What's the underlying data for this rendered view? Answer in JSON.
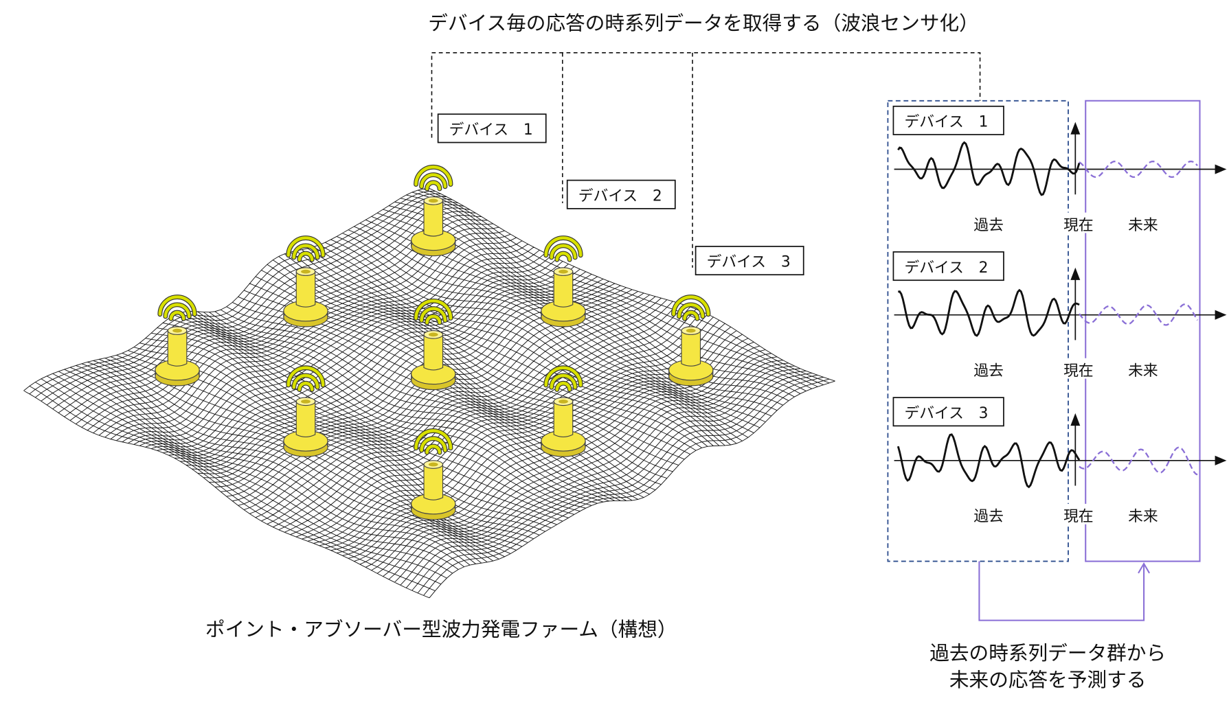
{
  "title": "デバイス毎の応答の時系列データを取得する（波浪センサ化）",
  "farm_caption": "ポイント・アブソーバー型波力発電ファーム（構想）",
  "device_labels": [
    "デバイス　1",
    "デバイス　2",
    "デバイス　3"
  ],
  "panels": [
    {
      "label": "デバイス　1",
      "past": "過去",
      "now": "現在",
      "future": "未来"
    },
    {
      "label": "デバイス　2",
      "past": "過去",
      "now": "現在",
      "future": "未来"
    },
    {
      "label": "デバイス　3",
      "past": "過去",
      "now": "現在",
      "future": "未来"
    }
  ],
  "prediction_caption": [
    "過去の時系列データ群から",
    "未来の応答を予測する"
  ],
  "colors": {
    "past_box": "#2f4f8f",
    "future_box": "#8a6fd6",
    "buoy": "#f5e642",
    "signal": "#d8e000"
  },
  "icons": [
    "buoy-icon",
    "wifi-signal-icon"
  ]
}
